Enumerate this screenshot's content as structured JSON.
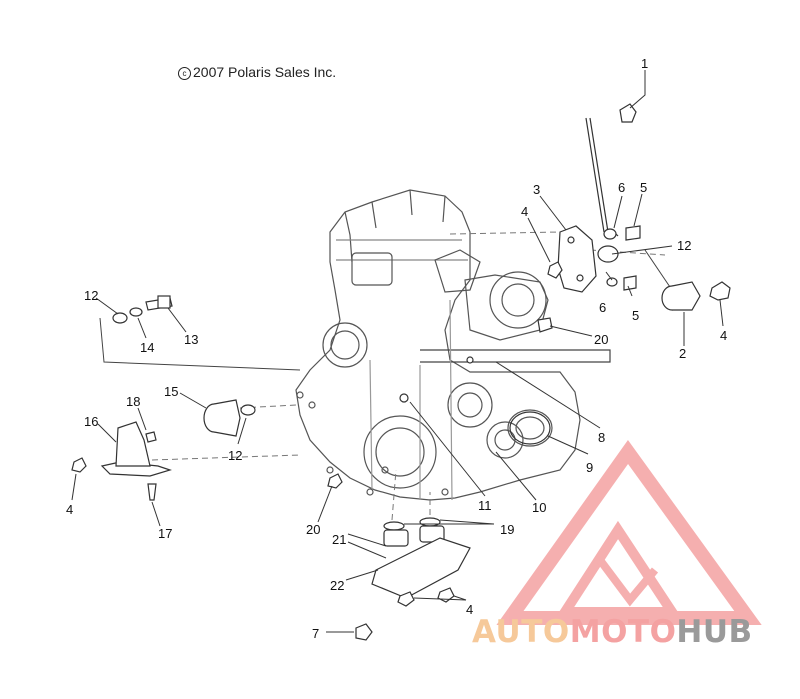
{
  "copyright": {
    "symbol": "c",
    "text": "2007 Polaris Sales Inc."
  },
  "watermark": {
    "part_a": "AUTO",
    "part_b": "MOTO",
    "part_c": "HUB",
    "colors": {
      "a": "#f6c99a",
      "b": "#f4a2a2",
      "c": "#9a9a9a"
    }
  },
  "callouts": {
    "c1": "1",
    "c3": "3",
    "c4a": "4",
    "c6a": "6",
    "c5a": "5",
    "c12a": "12",
    "c6b": "6",
    "c5b": "5",
    "c20a": "20",
    "c2": "2",
    "c4b": "4",
    "c12b": "12",
    "c14": "14",
    "c13": "13",
    "c15": "15",
    "c18": "18",
    "c16": "16",
    "c12c": "12",
    "c8": "8",
    "c9": "9",
    "c10": "10",
    "c11": "11",
    "c4c": "4",
    "c17": "17",
    "c20b": "20",
    "c19": "19",
    "c21": "21",
    "c22": "22",
    "c4d": "4",
    "c7": "7"
  }
}
